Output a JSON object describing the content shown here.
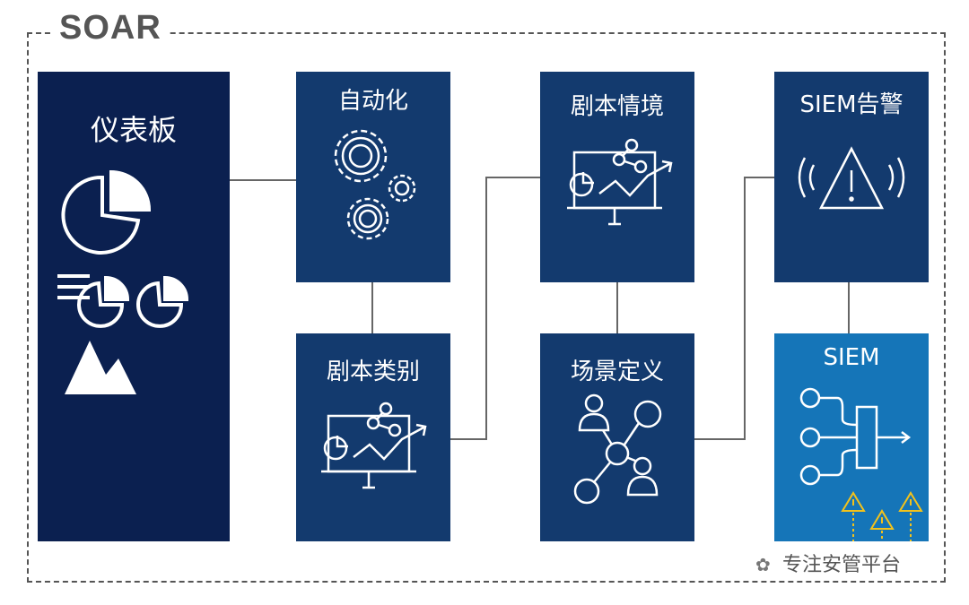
{
  "title": "SOAR",
  "boxes": {
    "dashboard": {
      "label": "仪表板",
      "icon": "dashboard-charts-icon"
    },
    "automation": {
      "label": "自动化",
      "icon": "gears-icon"
    },
    "playbook_category": {
      "label": "剧本类别",
      "icon": "presentation-chart-icon"
    },
    "playbook_context": {
      "label": "剧本情境",
      "icon": "presentation-chart-icon"
    },
    "scenario_definition": {
      "label": "场景定义",
      "icon": "network-people-icon"
    },
    "siem_alert": {
      "label": "SIEM告警",
      "icon": "alert-warning-icon"
    },
    "siem": {
      "label": "SIEM",
      "icon": "data-funnel-icon"
    }
  },
  "watermark": "专注安管平台",
  "colors": {
    "dark": "#0b2050",
    "navy": "#133a6e",
    "blue": "#1575b8",
    "frame": "#555555",
    "alert": "#f2c21b"
  }
}
